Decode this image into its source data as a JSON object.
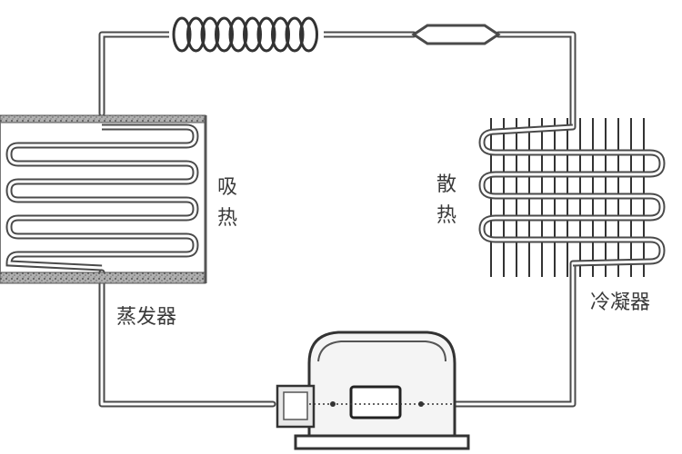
{
  "labels": {
    "absorb_heat": "吸热",
    "release_heat": "散热",
    "evaporator": "蒸发器",
    "condenser": "冷凝器"
  },
  "colors": {
    "pipe": "#4a4a4a",
    "pipe_fill": "#ffffff",
    "grid": "#333333",
    "insulation": "#8a8a8a",
    "background": "#ffffff"
  }
}
